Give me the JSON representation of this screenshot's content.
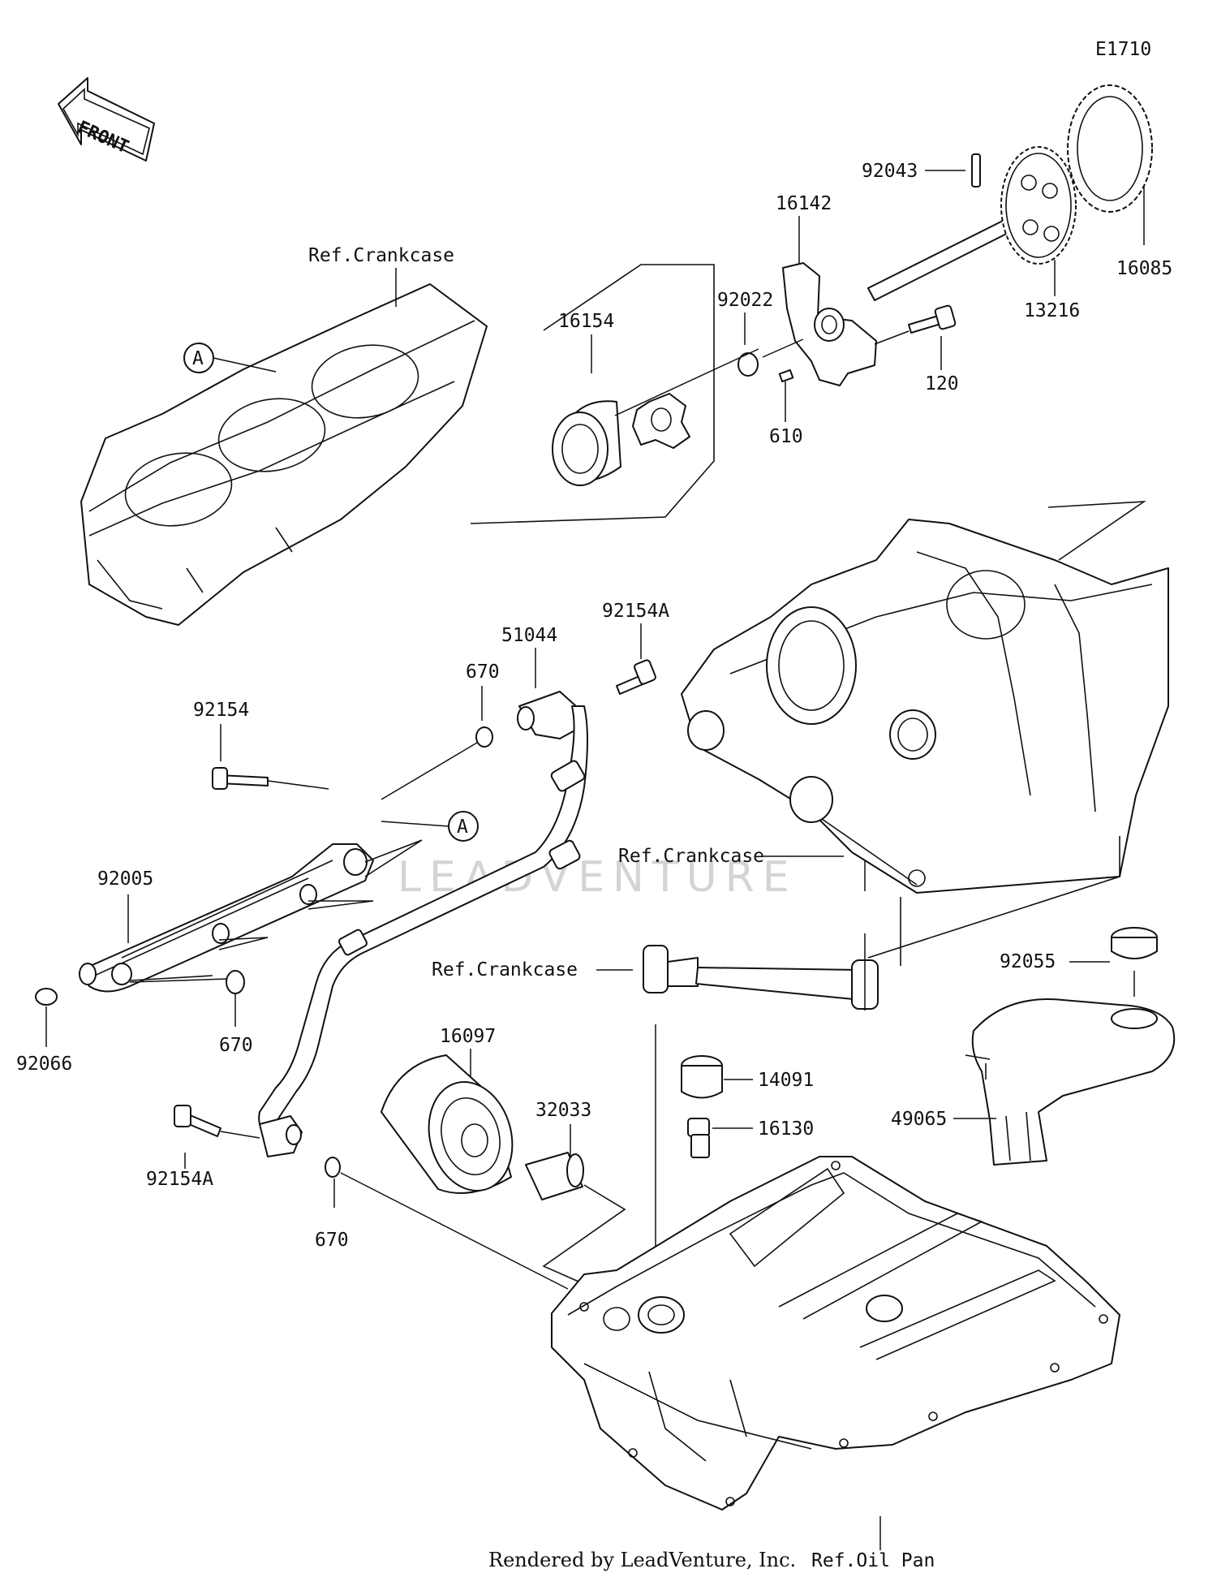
{
  "diagram_id": "E1710",
  "front_label": "FRONT",
  "callout_a": "A",
  "watermark": "LEADVENTURE",
  "footer": "Rendered by LeadVenture, Inc.",
  "labels": {
    "p92043": "92043",
    "p16142": "16142",
    "p16085": "16085",
    "p13216": "13216",
    "p92022": "92022",
    "p16154": "16154",
    "p120": "120",
    "p610": "610",
    "ref_crankcase_top": "Ref.Crankcase",
    "p92154A_top": "92154A",
    "p51044": "51044",
    "p670_top": "670",
    "p92154": "92154",
    "p92005": "92005",
    "p92066": "92066",
    "p670_mid": "670",
    "ref_crankcase_right": "Ref.Crankcase",
    "ref_crankcase_mid": "Ref.Crankcase",
    "p92055": "92055",
    "p16097": "16097",
    "p14091": "14091",
    "p32033": "32033",
    "p16130": "16130",
    "p49065": "49065",
    "p92154A_bot": "92154A",
    "p670_bot": "670",
    "ref_oil_pan": "Ref.Oil Pan"
  }
}
